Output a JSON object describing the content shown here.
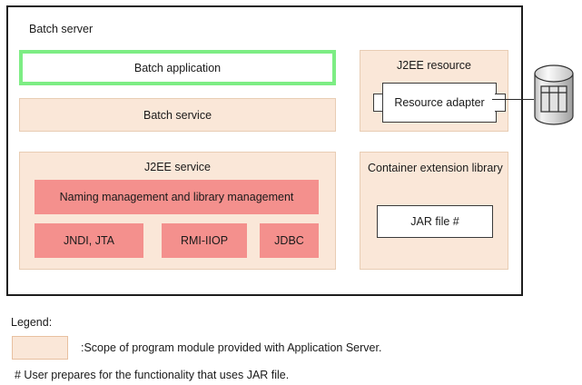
{
  "diagram": {
    "title": "Batch server",
    "left_column": {
      "batch_application": {
        "label": "Batch application",
        "fill": "#ffffff",
        "border": "#7ded84"
      },
      "batch_service": {
        "label": "Batch service",
        "fill": "#fae7d8"
      },
      "j2ee_service": {
        "title": "J2EE service",
        "fill": "#fae7d8",
        "naming_box": {
          "label": "Naming management and library management",
          "fill": "#f4908d"
        },
        "protocol_boxes": [
          {
            "label": "JNDI, JTA",
            "fill": "#f4908d"
          },
          {
            "label": "RMI-IIOP",
            "fill": "#f4908d"
          },
          {
            "label": "JDBC",
            "fill": "#f4908d"
          }
        ]
      }
    },
    "right_column": {
      "j2ee_resource": {
        "title": "J2EE resource",
        "fill": "#fae7d8",
        "resource_adapter": {
          "label": "Resource adapter",
          "fill": "#ffffff"
        }
      },
      "container_extension_library": {
        "title": "Container extension library",
        "fill": "#fae7d8",
        "jar_file": {
          "label": "JAR file #",
          "fill": "#ffffff"
        }
      }
    },
    "external": {
      "database": {
        "icon": "database-cylinder-icon",
        "label": ""
      }
    }
  },
  "legend": {
    "title": "Legend:",
    "swatch_fill": "#fae7d8",
    "swatch_description": ":Scope of program module provided with Application Server.",
    "footnote": "# User prepares for the functionality that uses JAR file."
  }
}
